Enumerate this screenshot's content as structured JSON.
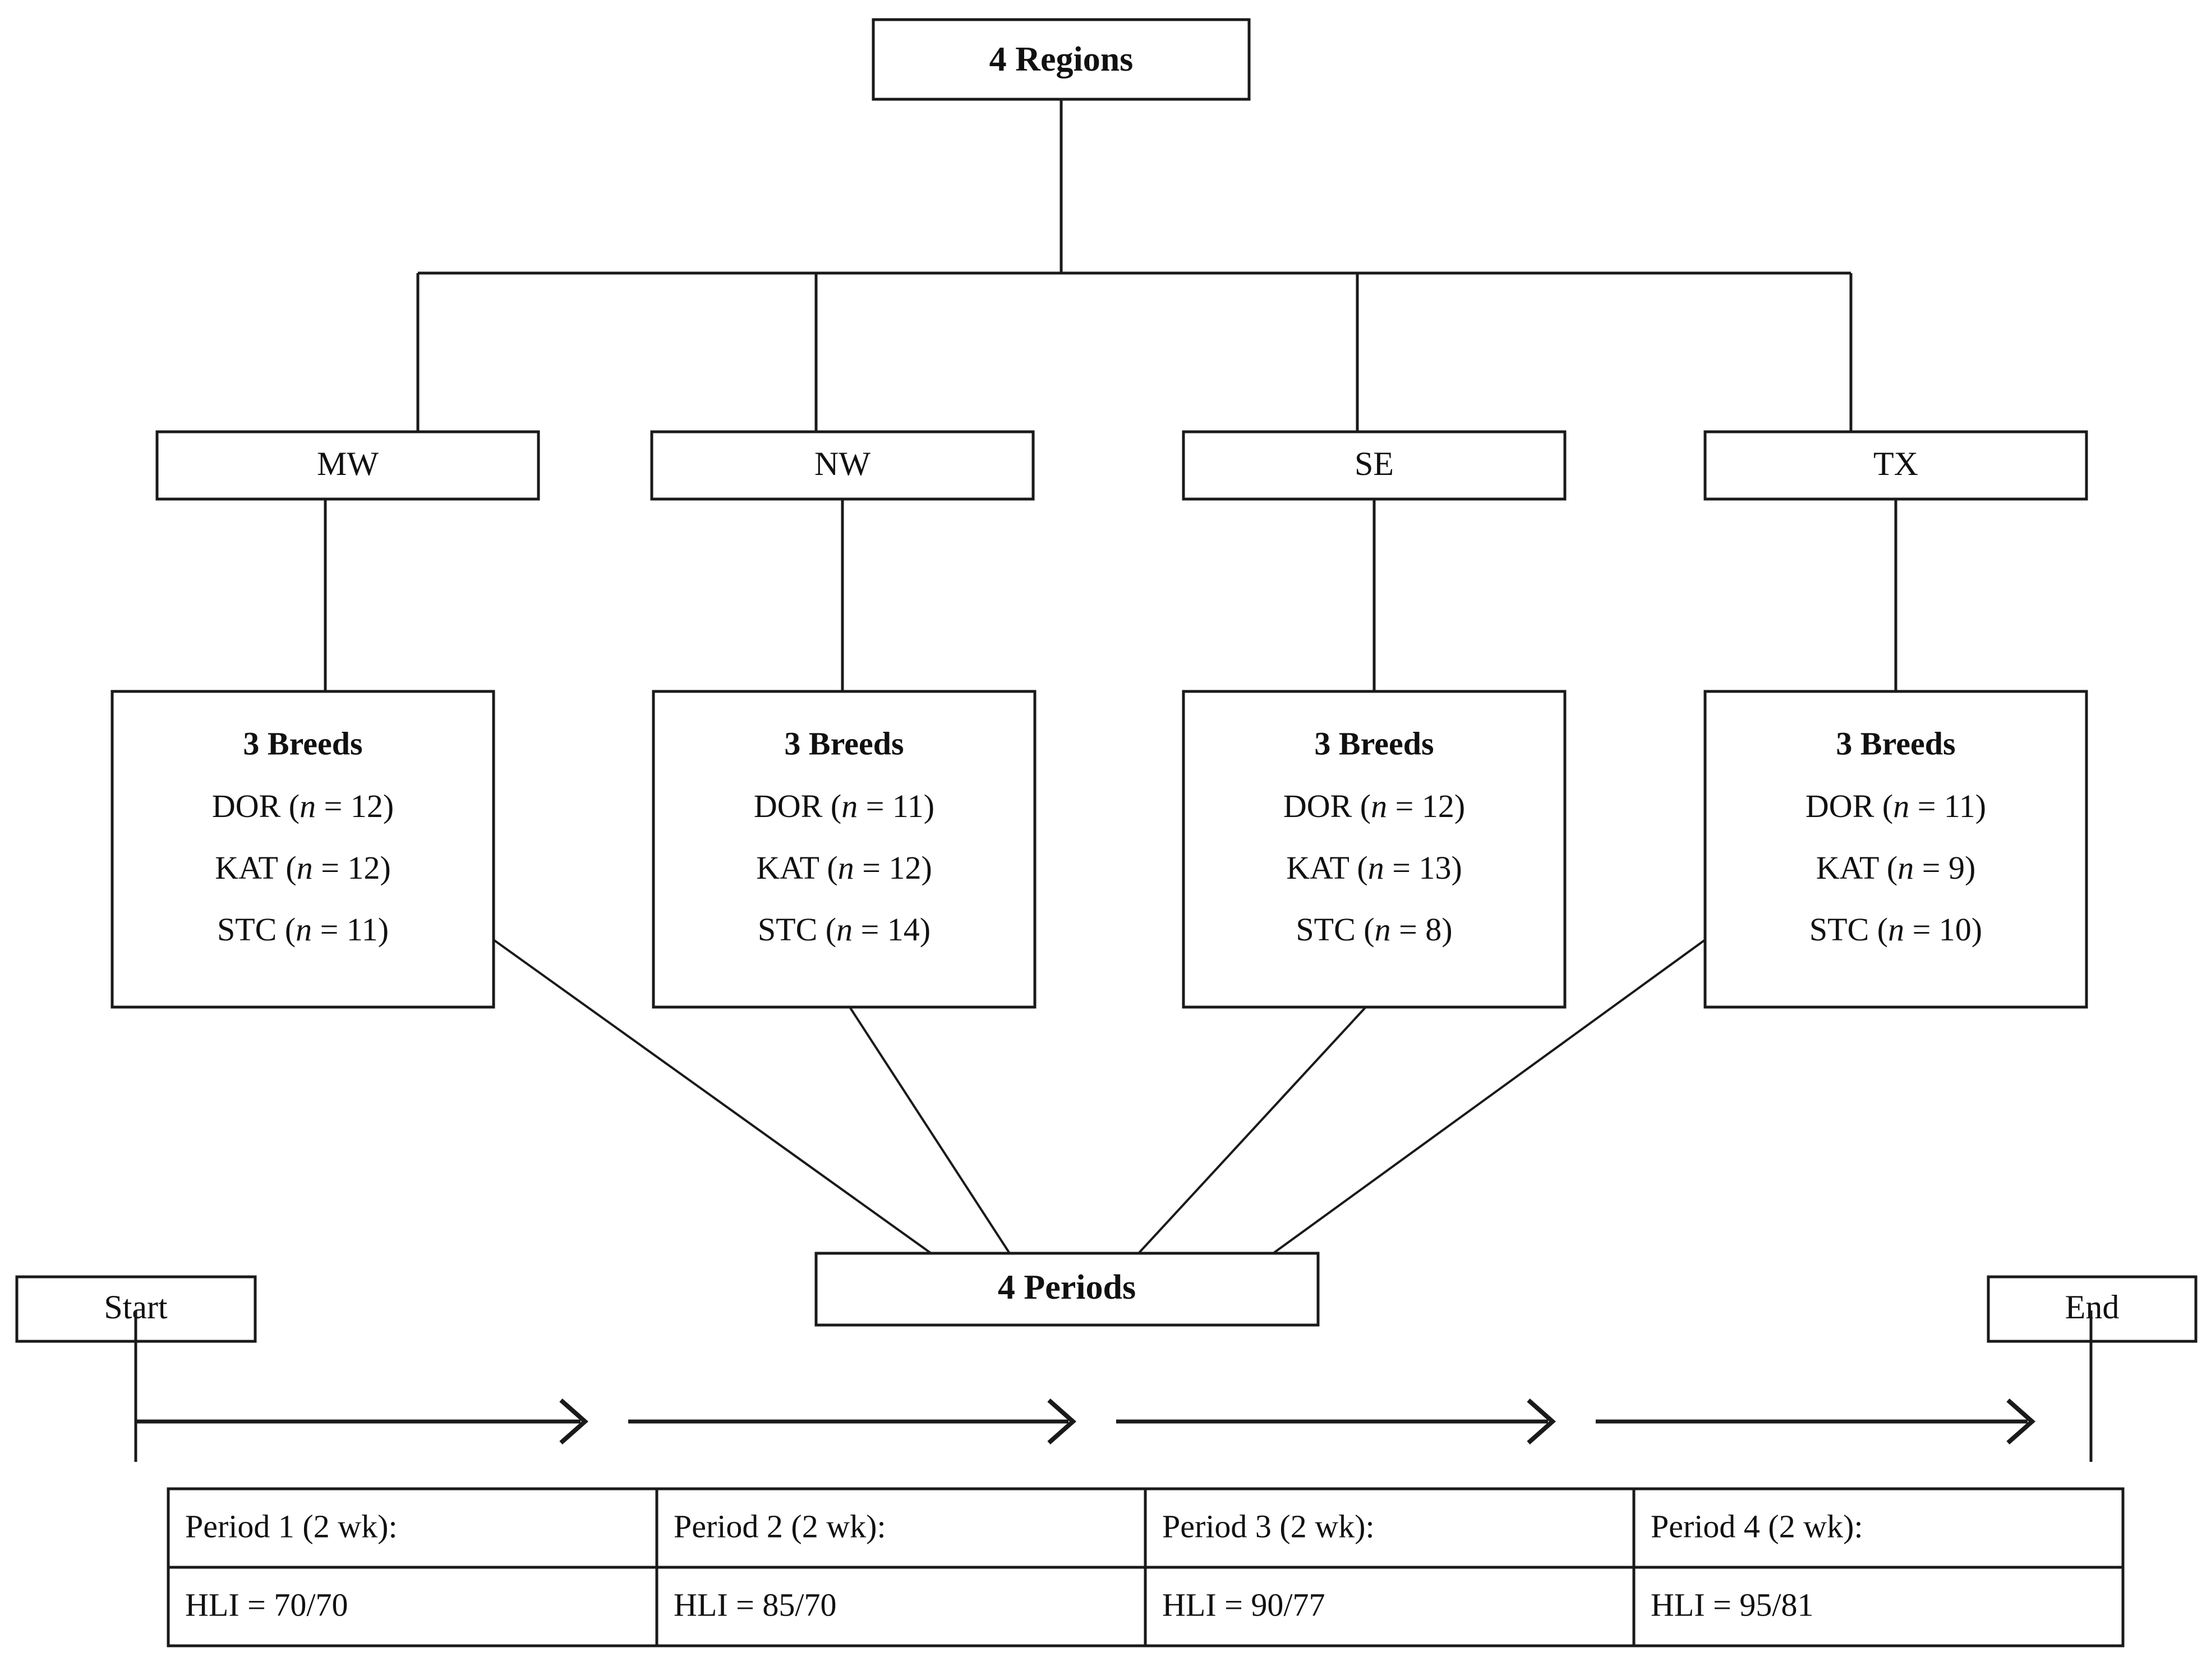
{
  "diagram": {
    "root": {
      "label": "4 Regions"
    },
    "regions": [
      {
        "code": "MW"
      },
      {
        "code": "NW"
      },
      {
        "code": "SE"
      },
      {
        "code": "TX"
      }
    ],
    "breed_boxes": [
      {
        "region": "MW",
        "heading": "3 Breeds",
        "lines": [
          {
            "breed": "DOR",
            "prefix": "DOR (",
            "italic": "n",
            "suffix": " = 12)"
          },
          {
            "breed": "KAT",
            "prefix": "KAT (",
            "italic": "n",
            "suffix": " = 12)"
          },
          {
            "breed": "STC",
            "prefix": "STC (",
            "italic": "n",
            "suffix": " = 11)"
          }
        ]
      },
      {
        "region": "NW",
        "heading": "3 Breeds",
        "lines": [
          {
            "breed": "DOR",
            "prefix": "DOR (",
            "italic": "n",
            "suffix": " = 11)"
          },
          {
            "breed": "KAT",
            "prefix": "KAT (",
            "italic": "n",
            "suffix": " = 12)"
          },
          {
            "breed": "STC",
            "prefix": "STC (",
            "italic": "n",
            "suffix": " = 14)"
          }
        ]
      },
      {
        "region": "SE",
        "heading": "3 Breeds",
        "lines": [
          {
            "breed": "DOR",
            "prefix": "DOR (",
            "italic": "n",
            "suffix": " = 12)"
          },
          {
            "breed": "KAT",
            "prefix": "KAT (",
            "italic": "n",
            "suffix": " = 13)"
          },
          {
            "breed": "STC",
            "prefix": "STC (",
            "italic": "n",
            "suffix": " = 8)"
          }
        ]
      },
      {
        "region": "TX",
        "heading": "3 Breeds",
        "lines": [
          {
            "breed": "DOR",
            "prefix": "DOR (",
            "italic": "n",
            "suffix": " = 11)"
          },
          {
            "breed": "KAT",
            "prefix": "KAT (",
            "italic": "n",
            "suffix": " = 9)"
          },
          {
            "breed": "STC",
            "prefix": "STC (",
            "italic": "n",
            "suffix": " = 10)"
          }
        ]
      }
    ],
    "periods_node": {
      "label": "4 Periods"
    },
    "timeline": {
      "start_label": "Start",
      "end_label": "End",
      "arrow_count": 4
    },
    "period_table": {
      "columns": [
        {
          "header": "Period 1 (2 wk):",
          "value": "HLI = 70/70"
        },
        {
          "header": "Period 2 (2 wk):",
          "value": "HLI = 85/70"
        },
        {
          "header": "Period 3 (2 wk):",
          "value": "HLI = 90/77"
        },
        {
          "header": "Period 4 (2 wk):",
          "value": "HLI = 95/81"
        }
      ]
    },
    "colors": {
      "line": "#1a1a1a",
      "text": "#111111",
      "background": "#ffffff"
    }
  }
}
